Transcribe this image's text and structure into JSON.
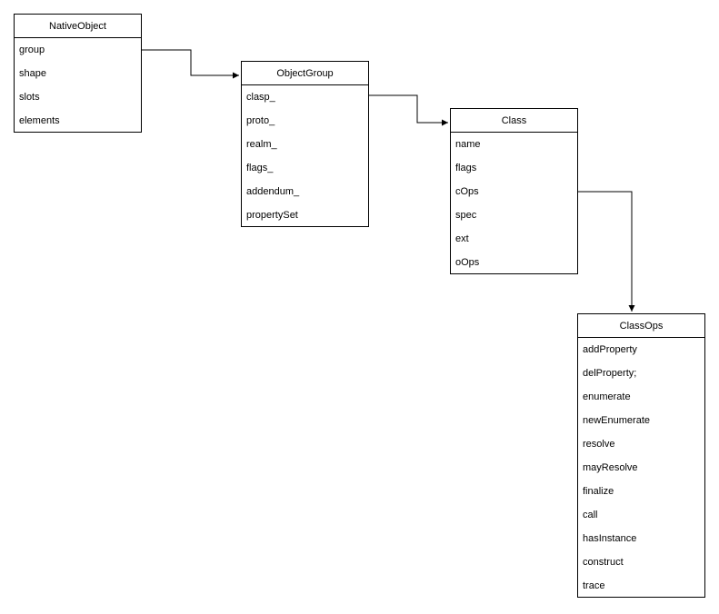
{
  "diagram": {
    "boxes": {
      "native_object": {
        "title": "NativeObject",
        "fields": [
          "group",
          "shape",
          "slots",
          "elements"
        ]
      },
      "object_group": {
        "title": "ObjectGroup",
        "fields": [
          "clasp_",
          "proto_",
          "realm_",
          "flags_",
          "addendum_",
          "propertySet"
        ]
      },
      "class": {
        "title": "Class",
        "fields": [
          "name",
          "flags",
          "cOps",
          "spec",
          "ext",
          "oOps"
        ]
      },
      "class_ops": {
        "title": "ClassOps",
        "fields": [
          "addProperty",
          "delProperty;",
          "enumerate",
          "newEnumerate",
          "resolve",
          "mayResolve",
          "finalize",
          "call",
          "hasInstance",
          "construct",
          "trace"
        ]
      }
    },
    "connections": [
      {
        "from": "NativeObject.group",
        "to": "ObjectGroup"
      },
      {
        "from": "ObjectGroup.clasp_",
        "to": "Class"
      },
      {
        "from": "Class.cOps",
        "to": "ClassOps"
      }
    ],
    "colors": {
      "line": "#000000",
      "background": "#ffffff"
    }
  }
}
